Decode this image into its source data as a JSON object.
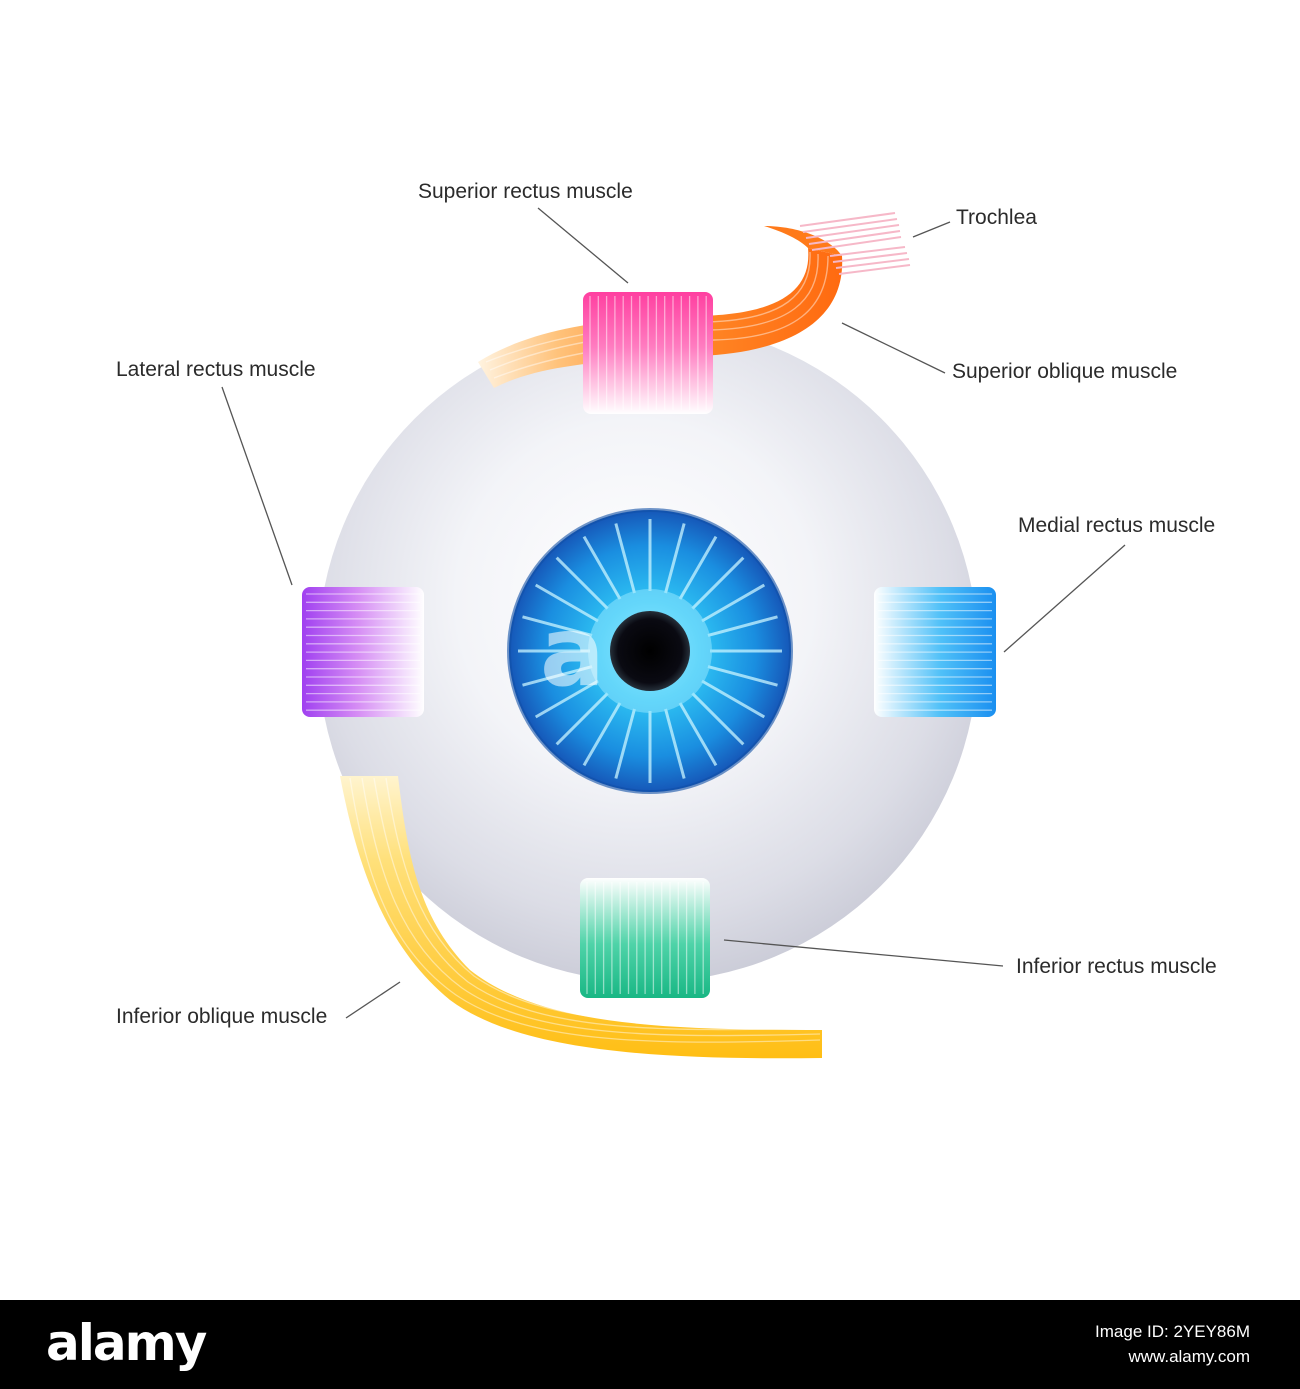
{
  "labels": {
    "superior_rectus": "Superior rectus muscle",
    "trochlea": "Trochlea",
    "superior_oblique": "Superior  oblique muscle",
    "lateral_rectus": "Lateral rectus muscle",
    "medial_rectus": "Medial rectus muscle",
    "inferior_rectus": "Inferior rectus muscle",
    "inferior_oblique": "Inferior oblique muscle"
  },
  "colors": {
    "superior_rectus": "#ff3fa0",
    "superior_oblique": "#ff7a1a",
    "lateral_rectus": "#a040f0",
    "medial_rectus": "#1a8ff0",
    "inferior_rectus": "#1fc08a",
    "inferior_oblique": "#ffc21a",
    "iris": "#1aa8e8",
    "trochlea": "#f6b8c8"
  },
  "watermark": {
    "brand": "alamy",
    "image_id": "Image ID: 2YEY86M",
    "site": "www.alamy.com"
  }
}
